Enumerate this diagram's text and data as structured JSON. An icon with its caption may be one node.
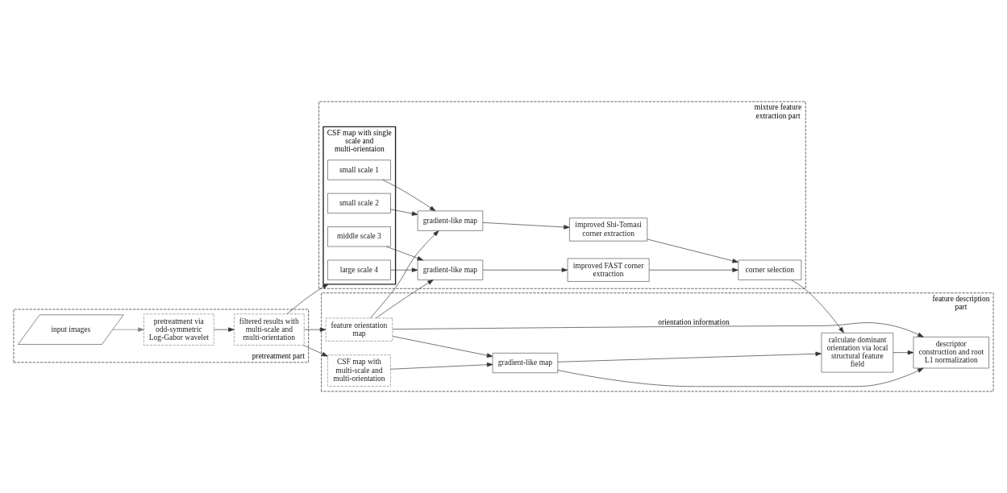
{
  "diagram": {
    "nodes": [
      {
        "text": [
          "pretreatment part"
        ]
      },
      {
        "text": [
          "input images"
        ],
        "in": 0
      },
      {
        "text": [
          "pretreatment via odd-symmetric Log-Gabor wavelet"
        ],
        "in": 0
      },
      {
        "text": [
          "filtered results with multi-scale and multi-orientation"
        ],
        "in": 0
      },
      {
        "text": [
          "mixture feature extraction part"
        ]
      },
      {
        "text": [
          "CSF map with single scale and multi-orientaion"
        ],
        "in": 4
      },
      {
        "text": [
          "large scale 4"
        ],
        "in": 5
      },
      {
        "text": [
          "middle scale 3"
        ],
        "in": 5
      },
      {
        "text": [
          "small scale 2"
        ],
        "in": 5
      },
      {
        "text": [
          "small scale 1"
        ],
        "in": 5
      },
      {
        "text": [
          "gradient-like map"
        ],
        "in": 4
      },
      {
        "text": [
          "improved FAST corner extraction"
        ],
        "in": 4
      },
      {
        "text": [
          "gradient-like map"
        ],
        "in": 4
      },
      {
        "text": [
          "improved Shi-Tomasi corner extraction"
        ],
        "in": 4
      },
      {
        "text": [
          "corner selection"
        ],
        "in": 4
      },
      {
        "text": [
          "feature description part"
        ]
      },
      {
        "text": [
          "CSF map with multi-scale and multi-orientation"
        ],
        "in": 15
      },
      {
        "text": [
          "feature orientation map"
        ],
        "in": 15
      },
      {
        "text": [
          "gradient-like map"
        ],
        "in": 15
      },
      {
        "text": [
          "calculate dominant orientation via local structural feature field"
        ],
        "in": 15
      },
      {
        "text": [
          "descriptor construction and root L1 normalization"
        ],
        "in": 15
      }
    ],
    "edges": [
      {
        "from": 1,
        "to": 2,
        "arrow": "to",
        "color": "#808080"
      },
      {
        "from": 2,
        "to": 3,
        "arrow": "to"
      },
      {
        "from": 3,
        "to": 5,
        "arrow": "to"
      },
      {
        "from": 3,
        "to": 16,
        "arrow": "to"
      },
      {
        "from": 3,
        "to": 17,
        "arrow": "to"
      },
      {
        "from": 6,
        "to": 10,
        "arrow": "to"
      },
      {
        "from": 7,
        "to": 10,
        "arrow": "to"
      },
      {
        "from": 8,
        "to": 12,
        "arrow": "to"
      },
      {
        "from": 9,
        "to": 12,
        "arrow": "to"
      },
      {
        "from": 17,
        "to": 10,
        "arrow": "to"
      },
      {
        "from": 17,
        "to": 12,
        "arrow": "to"
      },
      {
        "from": 17,
        "to": 18,
        "arrow": "to"
      },
      {
        "from": 16,
        "to": 18,
        "arrow": "to"
      },
      {
        "from": 10,
        "to": 11,
        "arrow": "to"
      },
      {
        "from": 12,
        "to": 13,
        "arrow": "to"
      },
      {
        "from": 11,
        "to": 14,
        "arrow": "to"
      },
      {
        "from": 13,
        "to": 14,
        "arrow": "to"
      },
      {
        "from": 14,
        "to": 19,
        "arrow": "to"
      },
      {
        "from": 18,
        "to": 19,
        "arrow": "to"
      },
      {
        "from": 18,
        "to": 20,
        "arrow": "to"
      },
      {
        "from": 17,
        "to": 20,
        "arrow": "to",
        "label": "orientation information"
      },
      {
        "from": 19,
        "to": 20,
        "arrow": "to"
      }
    ]
  }
}
